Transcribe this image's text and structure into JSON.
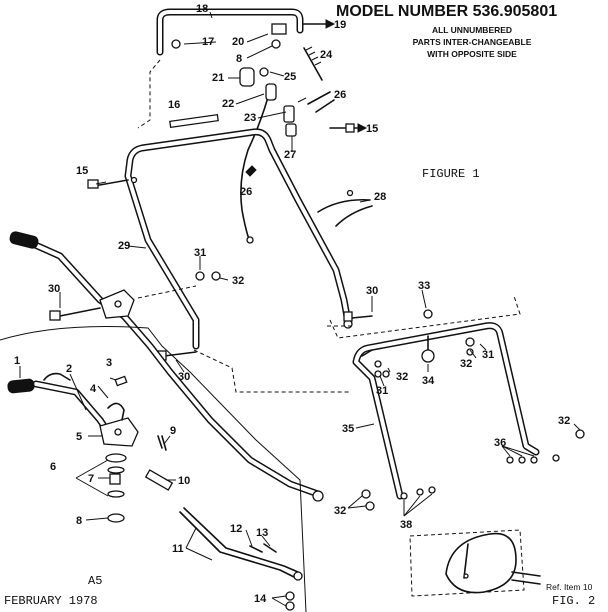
{
  "header": {
    "model_number": "MODEL NUMBER 536.905801",
    "note_lines": [
      "ALL UNNUMBERED",
      "PARTS INTER-CHANGEABLE",
      "WITH OPPOSITE SIDE"
    ]
  },
  "figure_labels": {
    "figure1": "FIGURE 1",
    "fig2": "FIG. 2",
    "page_code": "A5",
    "date": "FEBRUARY 1978",
    "ref_note": "Ref. Item 10"
  },
  "callouts": {
    "c1": "1",
    "c2": "2",
    "c3": "3",
    "c4": "4",
    "c5": "5",
    "c6": "6",
    "c7": "7",
    "c8a": "8",
    "c8b": "8",
    "c9": "9",
    "c10": "10",
    "c11": "11",
    "c12": "12",
    "c13": "13",
    "c14": "14",
    "c15a": "15",
    "c15b": "15",
    "c16": "16",
    "c17": "17",
    "c18": "18",
    "c19": "19",
    "c20": "20",
    "c21": "21",
    "c22": "22",
    "c23": "23",
    "c24": "24",
    "c25": "25",
    "c26a": "26",
    "c26b": "26",
    "c27": "27",
    "c28": "28",
    "c29": "29",
    "c30a": "30",
    "c30b": "30",
    "c30c": "30",
    "c31a": "31",
    "c31b": "31",
    "c31c": "31",
    "c32a": "32",
    "c32b": "32",
    "c32c": "32",
    "c32d": "32",
    "c32e": "32",
    "c33": "33",
    "c34": "34",
    "c35": "35",
    "c36": "36",
    "c38": "38"
  }
}
